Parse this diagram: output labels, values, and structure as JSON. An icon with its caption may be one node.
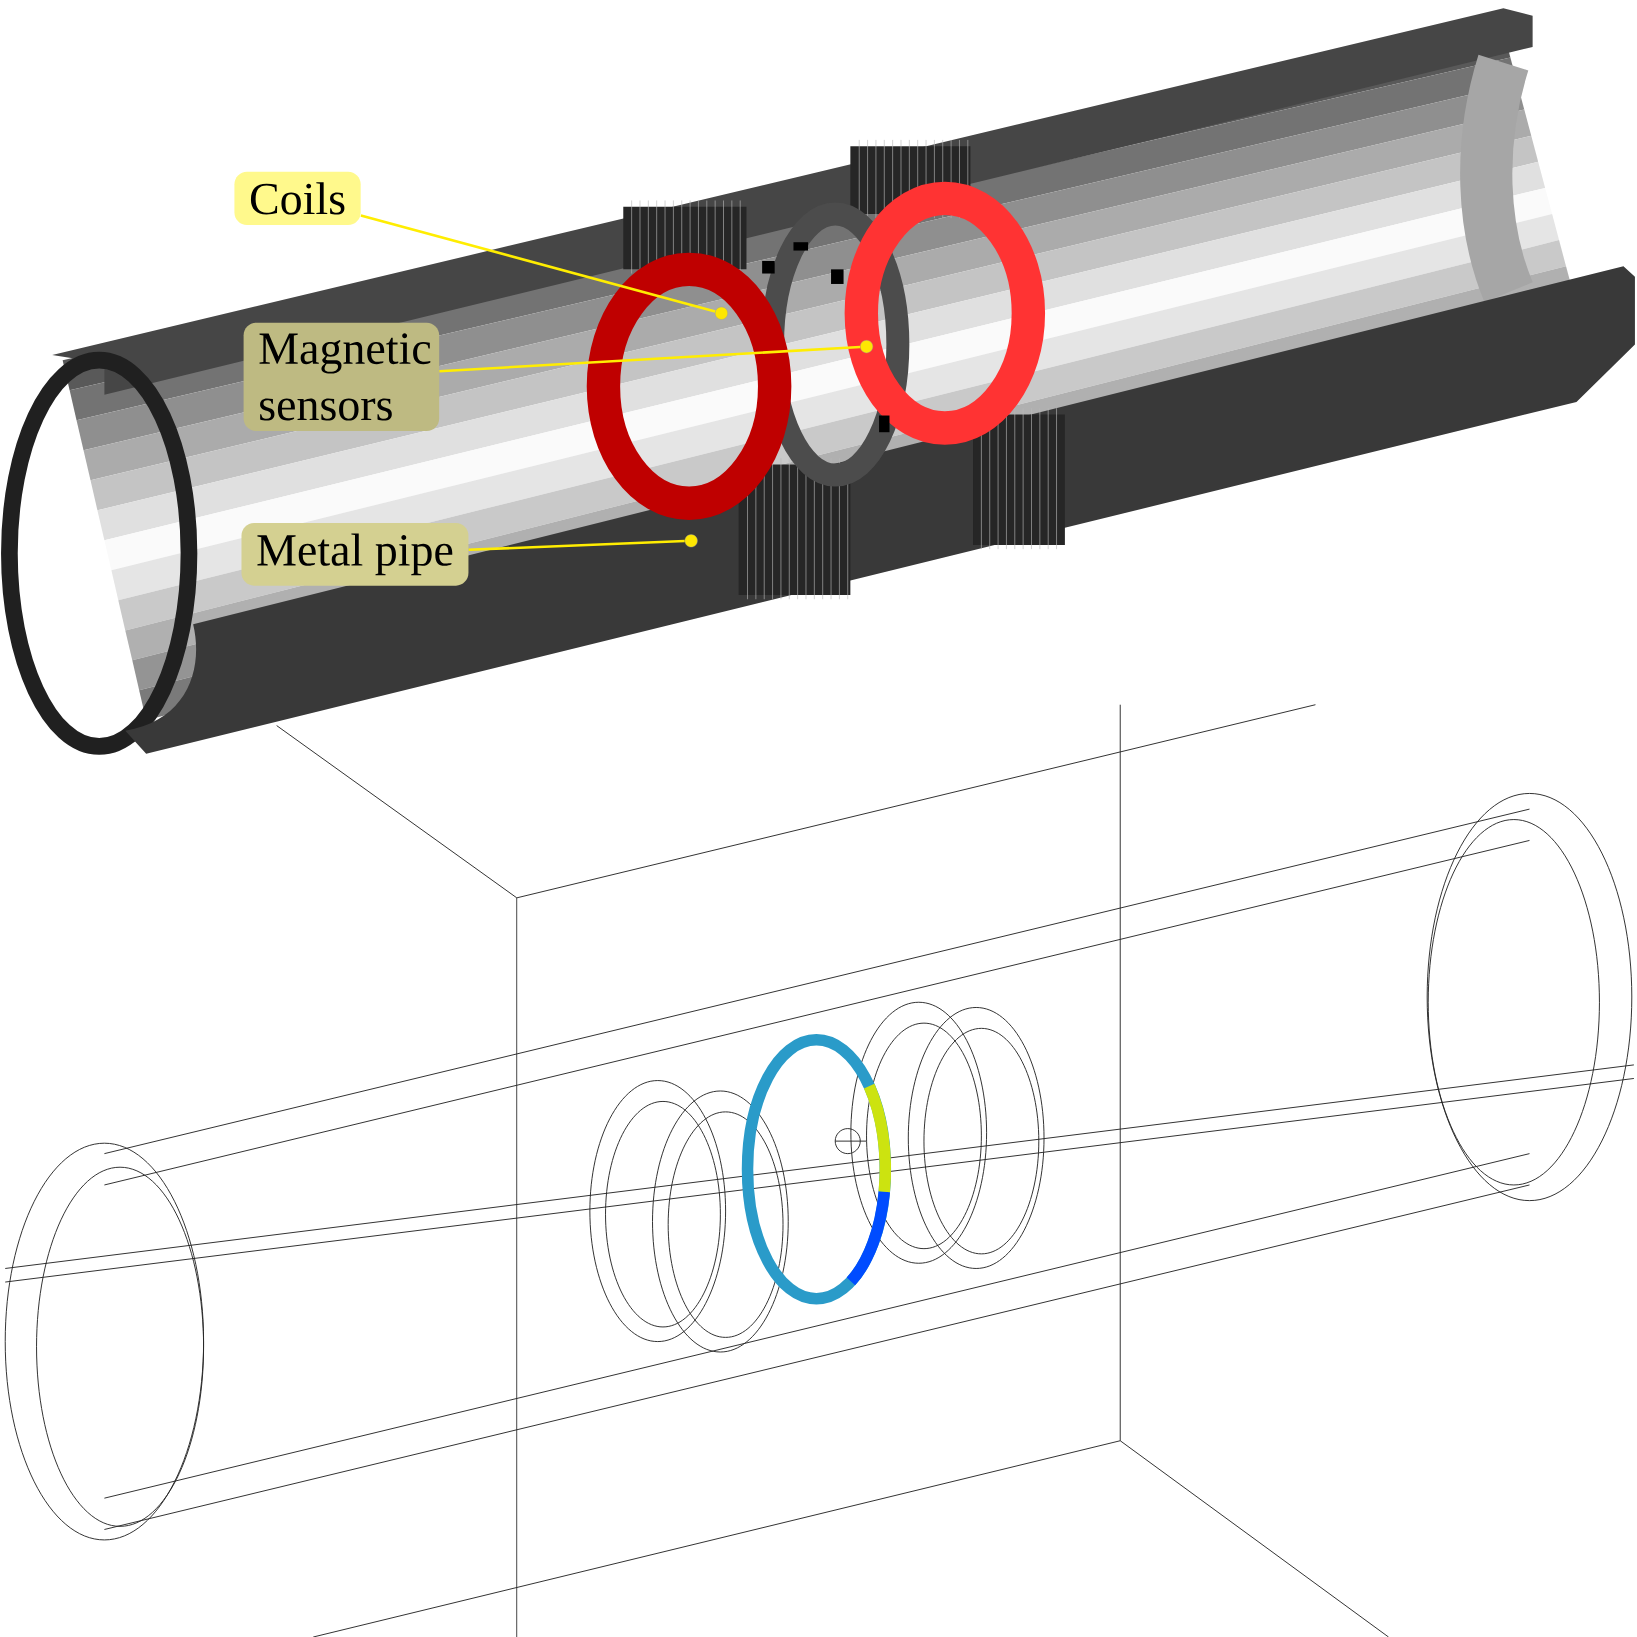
{
  "diagram": {
    "nodes": [
      {
        "text": [
          "Coils"
        ]
      },
      {
        "text": [
          "Magnetic sensors"
        ]
      },
      {
        "text": [
          "Metal pipe"
        ]
      },
      {
        "text": [],
        "shape": "circle"
      },
      {
        "text": [],
        "shape": "circle"
      },
      {
        "text": [],
        "shape": "circle"
      }
    ],
    "edges": [
      {
        "from": 0,
        "to": 3,
        "arrow": "none"
      },
      {
        "from": 1,
        "to": 4,
        "arrow": "none"
      },
      {
        "from": 2,
        "to": 5,
        "arrow": "none"
      }
    ]
  }
}
